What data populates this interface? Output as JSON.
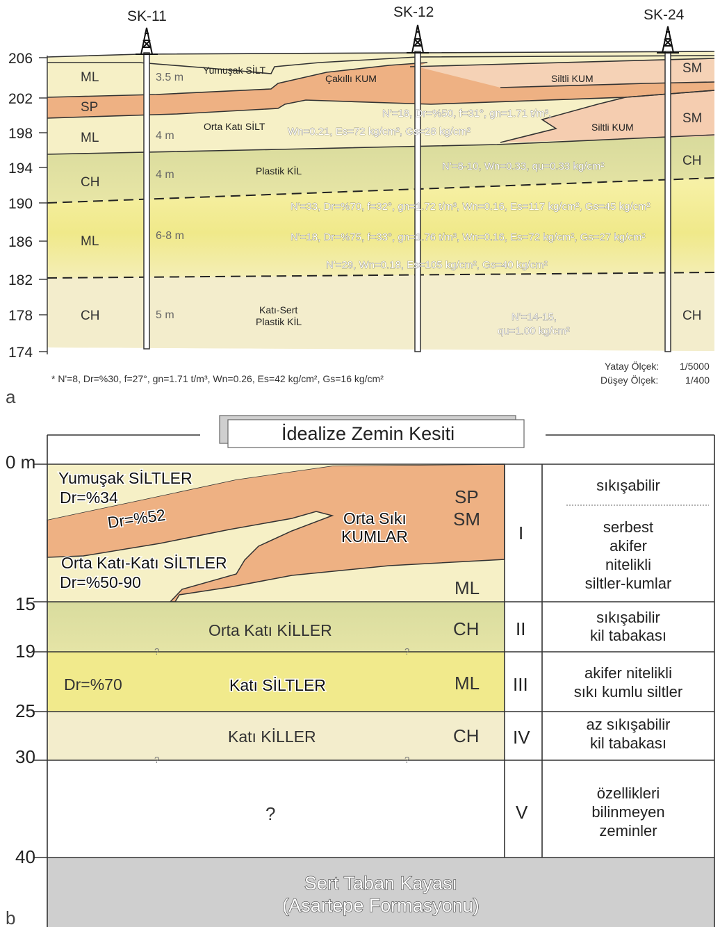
{
  "panel_a": {
    "wells": [
      {
        "name": "SK-11"
      },
      {
        "name": "SK-12"
      },
      {
        "name": "SK-24"
      }
    ],
    "elevation_ticks": [
      "206",
      "202",
      "198",
      "194",
      "190",
      "186",
      "182",
      "178",
      "174"
    ],
    "left_codes": [
      "ML",
      "SP",
      "ML",
      "CH",
      "ML",
      "CH"
    ],
    "right_codes": [
      "SM",
      "SM",
      "CH",
      "CH"
    ],
    "thicknesses": [
      "3.5 m",
      "4 m",
      "4 m",
      "6-8 m",
      "5 m"
    ],
    "layer_labels": {
      "yumusak_silt": "Yumuşak SİLT",
      "cakilli_kum": "Çakıllı KUM",
      "siltli_kum_1": "Siltli KUM",
      "orta_kati_silt": "Orta Katı SİLT",
      "siltli_kum_2": "Siltli KUM",
      "plastik_kil": "Plastik KİL",
      "kati_sert_1": "Katı-Sert",
      "kati_sert_2": "Plastik KİL"
    },
    "properties": [
      "N'=18, Dr=%50, f=31°, gn=1.71 t/m³,",
      "Wn=0.21, Es=72 kg/cm², Gs=28 kg/cm²",
      "N'=8-10, Wn=0.33, qu=0.33 kg/cm²",
      "N'=33, Dr=%70, f=32°, gn=1.72 t/m³, Wn=0.16, Es=117 kg/cm², Gs=45 kg/cm²",
      "N'=18, Dr=%75, f=33°, gn=1.76 t/m³, Wn=0.16, Es=72 kg/cm², Gs=27 kg/cm²",
      "N'=29, Wn=0.18, Es=105 kg/cm², Gs=40 kg/cm²",
      "N'=14-15,",
      "qu=1.00 kg/cm²"
    ],
    "footnote": "* N'=8, Dr=%30, f=27°, gn=1.71 t/m³, Wn=0.26, Es=42 kg/cm², Gs=16 kg/cm²",
    "scale_h_label": "Yatay Ölçek:",
    "scale_h_value": "1/5000",
    "scale_v_label": "Düşey Ölçek:",
    "scale_v_value": "1/400",
    "panel_letter": "a"
  },
  "panel_b": {
    "title": "İdealize Zemin Kesiti",
    "depth_ticks": [
      "0 m",
      "15",
      "19",
      "25",
      "30",
      "40"
    ],
    "yumusak": "Yumuşak SİLTLER",
    "dr34": "Dr=%34",
    "dr52": "Dr=%52",
    "orta_siki_1": "Orta Sıkı",
    "orta_siki_2": "KUMLAR",
    "orta_kati": "Orta Katı-Katı SİLTLER",
    "dr5090": "Dr=%50-90",
    "code_sp": "SP",
    "code_sm": "SM",
    "code_ml1": "ML",
    "orta_kati_killer": "Orta Katı KİLLER",
    "code_ch1": "CH",
    "dr70": "Dr=%70",
    "kati_siltler": "Katı SİLTLER",
    "code_ml2": "ML",
    "kati_killer": "Katı KİLLER",
    "code_ch2": "CH",
    "unknown": "?",
    "rock_1": "Sert Taban Kayası",
    "rock_2": "(Asartepe Formasyonu)",
    "zones": [
      "I",
      "II",
      "III",
      "IV",
      "V"
    ],
    "desc": {
      "i_top": "sıkışabilir",
      "i_1": "serbest",
      "i_2": "akifer",
      "i_3": "nitelikli",
      "i_4": "siltler-kumlar",
      "ii_1": "sıkışabilir",
      "ii_2": "kil tabakası",
      "iii_1": "akifer nitelikli",
      "iii_2": "sıkı kumlu siltler",
      "iv_1": "az sıkışabilir",
      "iv_2": "kil tabakası",
      "v_1": "özellikleri",
      "v_2": "bilinmeyen",
      "v_3": "zeminler"
    },
    "question_marks": [
      "?",
      "?",
      "?",
      "?"
    ],
    "panel_letter": "b"
  },
  "colors": {
    "light_cream": "#f6f0c6",
    "orange": "#eeb183",
    "salmon_light": "#f5cdb0",
    "olive": "#dfe0a4",
    "yellow": "#f1ea8c",
    "beige": "#f3edcc",
    "rock_gray": "#cfcfcf"
  }
}
